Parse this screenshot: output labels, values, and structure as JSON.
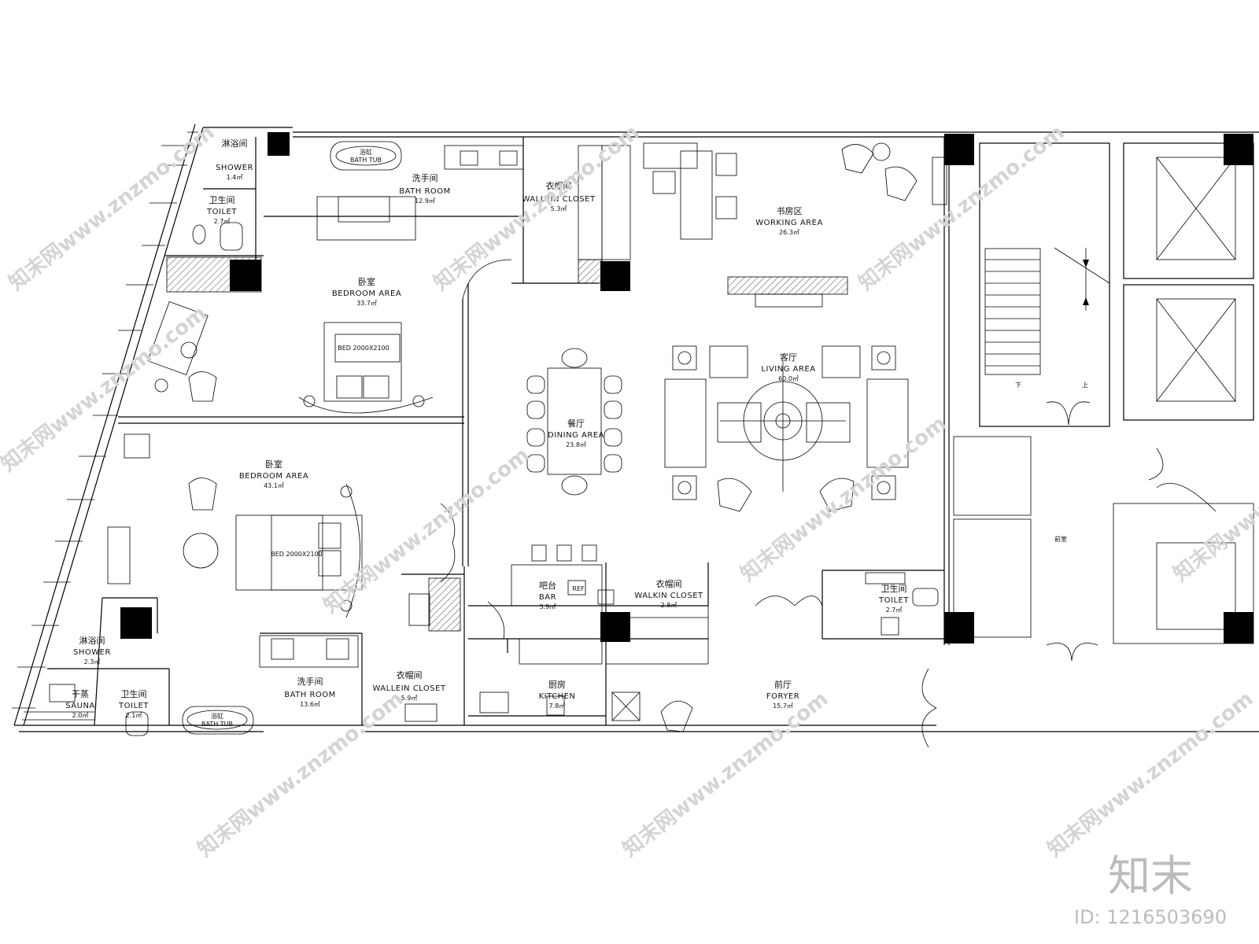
{
  "rooms": [
    {
      "key": "shower_top",
      "cn": "淋浴间",
      "en": "SHOWER",
      "area": "1.4㎡"
    },
    {
      "key": "toilet_top",
      "cn": "卫生间",
      "en": "TOILET",
      "area": "2.7㎡"
    },
    {
      "key": "bath_top",
      "cn": "洗手间",
      "en": "BATH  ROOM",
      "area": "12.9㎡"
    },
    {
      "key": "closet_top",
      "cn": "衣帽间",
      "en": "WALLEIN  CLOSET",
      "area": "5.3㎡"
    },
    {
      "key": "working",
      "cn": "书房区",
      "en": "WORKING  AREA",
      "area": "26.3㎡"
    },
    {
      "key": "bedroom1",
      "cn": "卧室",
      "en": "BEDROOM  AREA",
      "area": "33.7㎡"
    },
    {
      "key": "dining",
      "cn": "餐厅",
      "en": "DINING  AREA",
      "area": "23.8㎡"
    },
    {
      "key": "living",
      "cn": "客厅",
      "en": "LIVING  AREA",
      "area": "60.0㎡"
    },
    {
      "key": "bedroom2",
      "cn": "卧室",
      "en": "BEDROOM  AREA",
      "area": "43.1㎡"
    },
    {
      "key": "bar",
      "cn": "吧台",
      "en": "BAR",
      "area": "5.9㎡"
    },
    {
      "key": "walkin",
      "cn": "衣帽间",
      "en": "WALKIN  CLOSET",
      "area": "2.8㎡"
    },
    {
      "key": "toilet_r",
      "cn": "卫生间",
      "en": "TOILET",
      "area": "2.7㎡"
    },
    {
      "key": "shower_b",
      "cn": "淋浴间",
      "en": "SHOWER",
      "area": "2.3㎡"
    },
    {
      "key": "sauna",
      "cn": "干蒸",
      "en": "SAUNA",
      "area": "2.0㎡"
    },
    {
      "key": "toilet_b",
      "cn": "卫生间",
      "en": "TOILET",
      "area": "2.1㎡"
    },
    {
      "key": "bath_b",
      "cn": "洗手间",
      "en": "BATH  ROOM",
      "area": "13.6㎡"
    },
    {
      "key": "closet_b",
      "cn": "衣帽间",
      "en": "WALLEIN  CLOSET",
      "area": "5.9㎡"
    },
    {
      "key": "kitchen",
      "cn": "厨房",
      "en": "KITCHEN",
      "area": "7.8㎡"
    },
    {
      "key": "foyer",
      "cn": "前厅",
      "en": "FORYER",
      "area": "15.7㎡"
    }
  ],
  "fixtures": {
    "tub_top": "浴缸",
    "tub_top_en": "BATH TUB",
    "tub_b": "浴缸",
    "tub_b_en": "BATH TUB",
    "bed1": "BED 2000X2100",
    "bed2": "BED 2000X2100",
    "ref": "REF",
    "lobby": "前室",
    "stair_down": "下",
    "stair_up": "上"
  },
  "watermark": {
    "text": "知末网www.znzmo.com",
    "logo": "知末",
    "id": "ID: 1216503690"
  }
}
